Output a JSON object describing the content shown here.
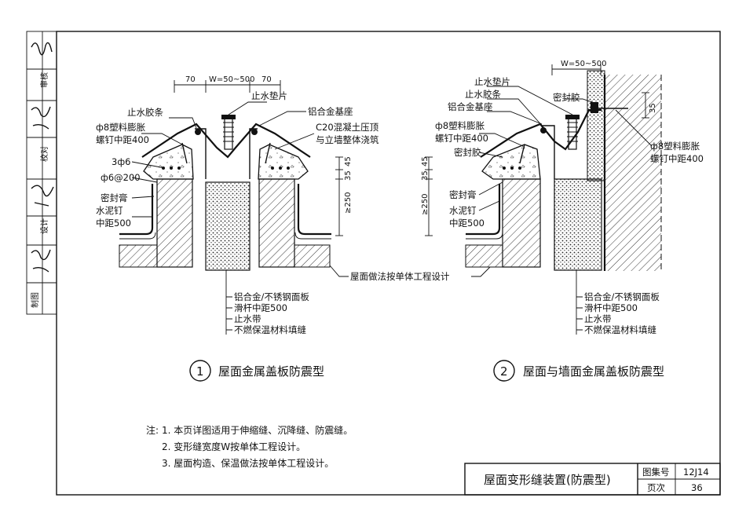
{
  "sidebar": {
    "drawing_label": "制图",
    "design_label": "设计",
    "check_label": "校对",
    "review_label": "审核"
  },
  "detail1": {
    "number": "1",
    "title": "屋面金属盖板防震型",
    "dims": {
      "left": "70",
      "middle": "W=50~500",
      "right": "70",
      "d35": "35",
      "d45": "45",
      "d250": "≥250"
    },
    "labels": {
      "seal_strip": "止水胶条",
      "seal_pad": "止水垫片",
      "alu_base": "铝合金基座",
      "c20_1": "C20混凝土压顶",
      "c20_2": "与立墙整体浇筑",
      "anchor_1": "ф8塑料膨胀",
      "anchor_2": "螺钉中距400",
      "rebar_1": "3ф6",
      "rebar_2": "ф6@200",
      "sealant": "密封膏",
      "nail_1": "水泥钉",
      "nail_2": "中距500"
    }
  },
  "detail2": {
    "number": "2",
    "title": "屋面与墙面金属盖板防震型",
    "dims": {
      "top": "W=50~500",
      "d35a": "35",
      "d45": "45",
      "d250": "≥250",
      "d35b": "35"
    },
    "labels": {
      "seal_pad": "止水垫片",
      "seal_strip": "止水胶条",
      "alu_base": "铝合金基座",
      "sealant_glue": "密封胶",
      "anchor_1": "ф8塑料膨胀",
      "anchor_2": "螺钉中距400",
      "sealant_glue_2": "密封胶",
      "sealant_paste": "密封膏",
      "nail_1": "水泥钉",
      "nail_2": "中距500",
      "right_anchor_1": "ф8塑料膨胀",
      "right_anchor_2": "螺钉中距400"
    }
  },
  "shared_label": "屋面做法按单体工程设计",
  "bottom_list": [
    "铝合金/不锈钢面板",
    "滑杆中距500",
    "止水带",
    "不燃保温材料填缝"
  ],
  "notes": {
    "prefix": "注:",
    "items": [
      "1. 本页详图适用于伸缩缝、沉降缝、防震缝。",
      "2. 变形缝宽度W按单体工程设计。",
      "3. 屋面构造、保温做法按单体工程设计。"
    ]
  },
  "title_block": {
    "title": "屋面变形缝装置(防震型)",
    "atlas_label": "图集号",
    "atlas_value": "12J14",
    "page_label": "页次",
    "page_value": "36"
  }
}
